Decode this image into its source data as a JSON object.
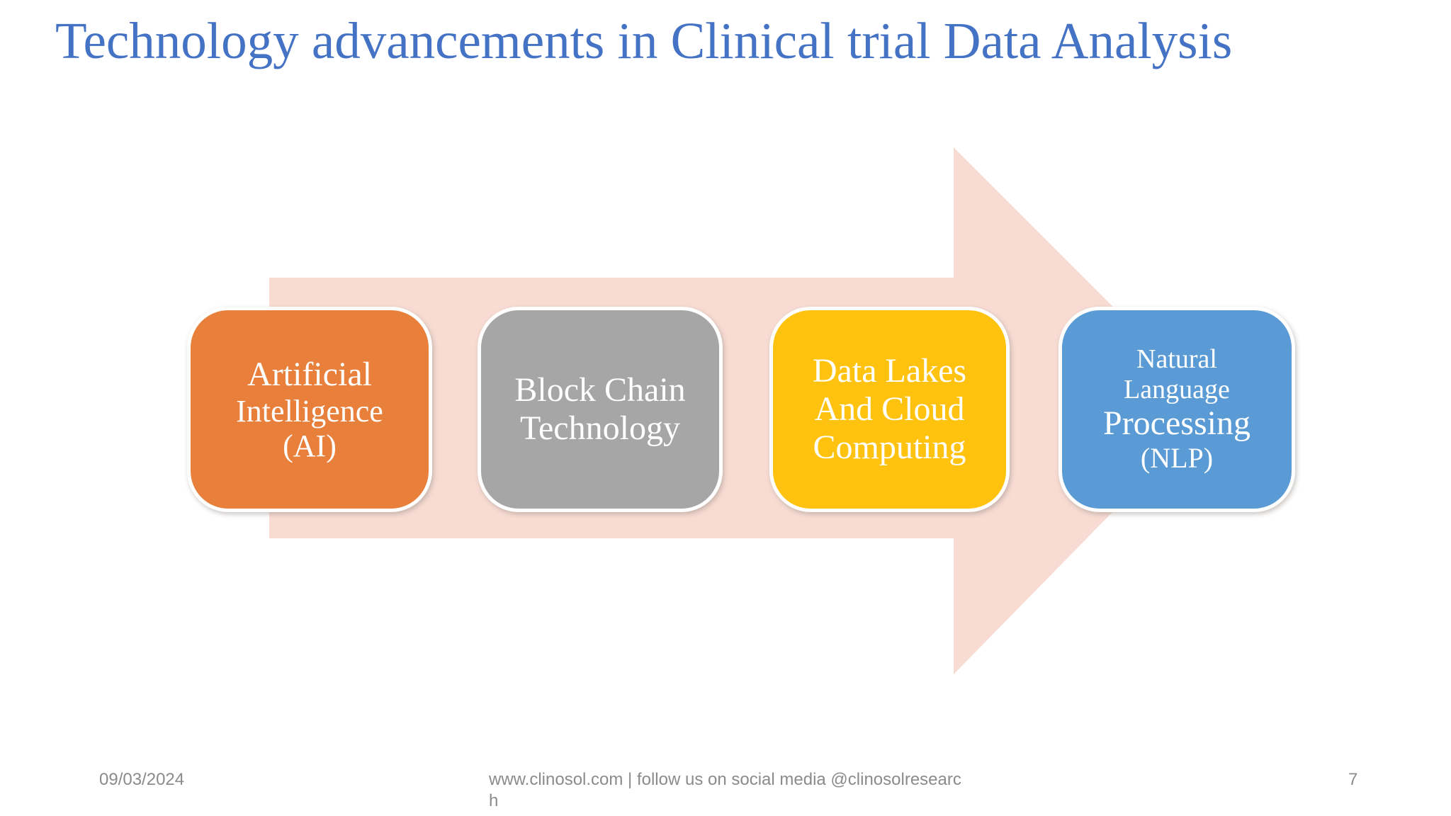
{
  "slide": {
    "title": "Technology advancements in Clinical trial Data Analysis",
    "title_color": "#4472C4",
    "arrow": {
      "description": "right-pointing process arrow",
      "color": "#F8DCD3"
    },
    "steps": [
      {
        "label": "Artificial Intelligence (AI)",
        "color": "#E8803C",
        "lines": [
          "Artificial",
          "Intelligence",
          "(AI)"
        ]
      },
      {
        "label": "Block Chain Technology",
        "color": "#A6A6A6",
        "lines": [
          "Block Chain",
          "Technology"
        ]
      },
      {
        "label": "Data Lakes And Cloud Computing",
        "color": "#FFC20E",
        "lines": [
          "Data Lakes",
          "And Cloud",
          "Computing"
        ]
      },
      {
        "label": "Natural Language Processing (NLP)",
        "color": "#5B9BD5",
        "lines": [
          "Natural",
          "Language",
          "Processing",
          "(NLP)"
        ]
      }
    ],
    "footer": {
      "date": "09/03/2024",
      "center_text": "www.clinosol.com | follow us on social media @clinosolresearch",
      "page_number": "7",
      "text_color": "#8B8B8B"
    }
  }
}
